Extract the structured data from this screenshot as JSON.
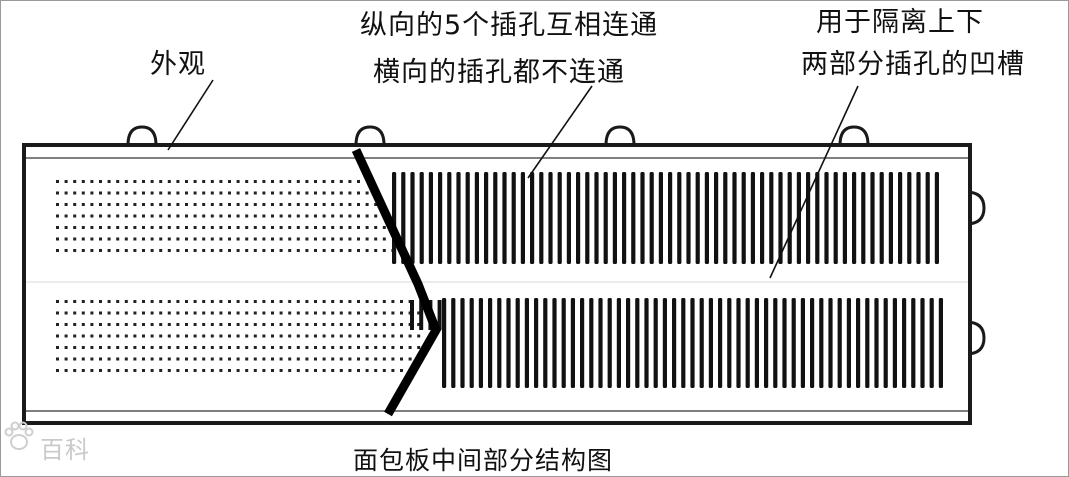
{
  "labels": {
    "appearance": "外观",
    "vertical_line": "纵向的5个插孔互相连通",
    "horizontal_line": "横向的插孔都不连通",
    "groove_line1": "用于隔离上下",
    "groove_line2": "两部分插孔的凹槽"
  },
  "caption": "面包板中间部分结构图",
  "watermark": "百科",
  "colors": {
    "ink": "#111111",
    "board_edge": "#1a1a1a",
    "watermark": "#c9c9c9"
  }
}
